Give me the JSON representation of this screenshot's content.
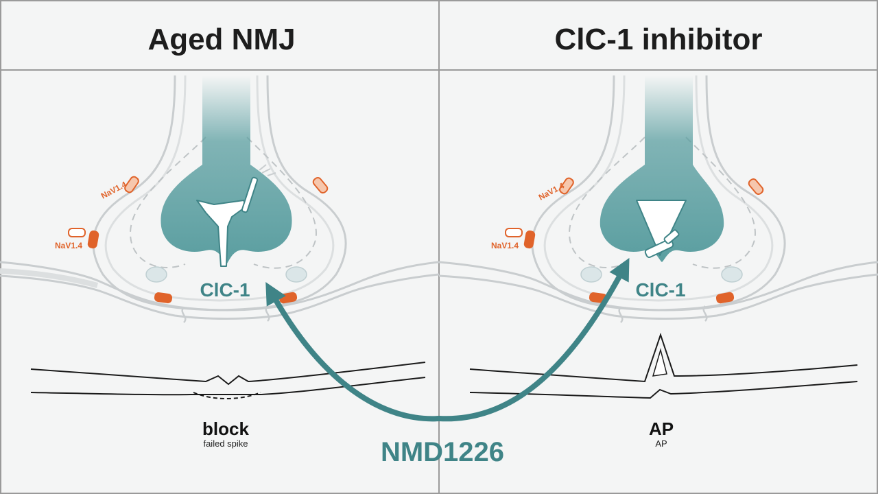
{
  "panels": [
    {
      "title": "Aged NMJ",
      "channel_label": "ClC-1",
      "nav_labels": [
        "NaV1.4",
        "NaV1.4"
      ],
      "outcome_label": "block",
      "outcome_sublabel": "failed spike"
    },
    {
      "title": "ClC-1 inhibitor",
      "channel_label": "ClC-1",
      "nav_labels": [
        "NaV1.4",
        "NaV1.4"
      ],
      "outcome_label": "AP",
      "outcome_sublabel": "AP"
    }
  ],
  "drug_label": "NMD1226",
  "colors": {
    "teal": "#5a9ea0",
    "teal_dark": "#3f8487",
    "orange": "#e0632a",
    "membrane": "#c9cdcf",
    "divider": "#9a9a9a"
  }
}
